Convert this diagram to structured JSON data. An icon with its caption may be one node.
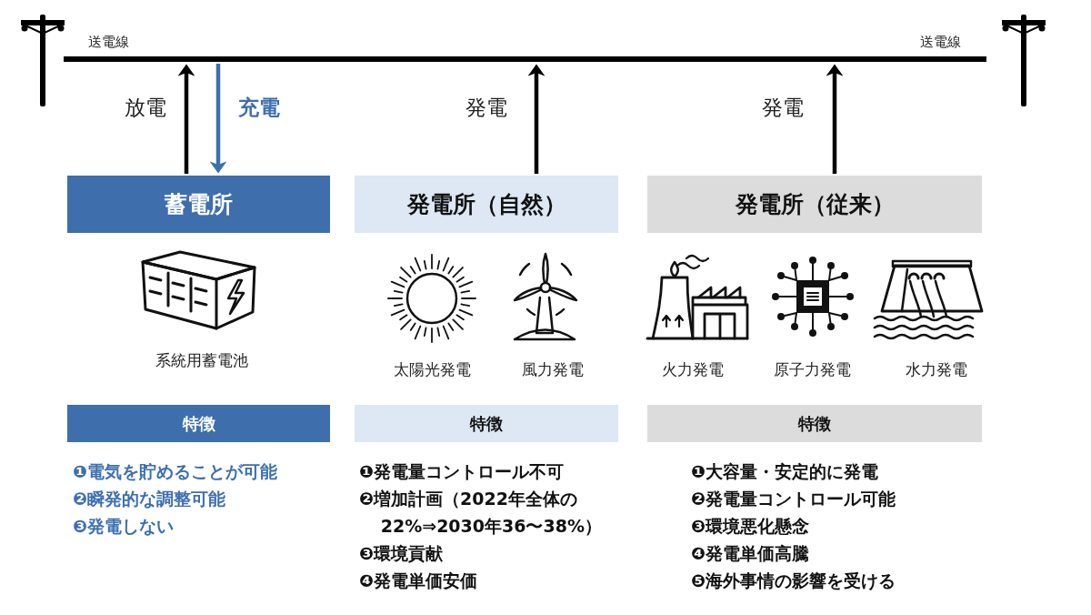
{
  "diagram": {
    "nodes": [
      {
        "text": [],
        "shape": "bar",
        "beside": [
          "送電線",
          "送電線"
        ]
      },
      {
        "text": [
          "蓄電所"
        ]
      },
      {
        "text": [
          "発電所（自然）"
        ]
      },
      {
        "text": [
          "発電所（従来）"
        ]
      },
      {
        "text": [
          "特徴"
        ]
      },
      {
        "text": [
          "特徴"
        ]
      },
      {
        "text": [
          "特徴"
        ]
      }
    ],
    "edges": [
      {
        "from": 1,
        "to": 0,
        "arrow": "to",
        "label": "放電"
      },
      {
        "from": 0,
        "to": 1,
        "arrow": "to",
        "label": "充電",
        "color": "#3d6fb0"
      },
      {
        "from": 2,
        "to": 0,
        "arrow": "to",
        "label": "発電"
      },
      {
        "from": 3,
        "to": 0,
        "arrow": "to",
        "label": "発電"
      }
    ],
    "labels": [
      "系統用蓄電池",
      "太陽光発電",
      "風力発電",
      "火力発電",
      "原子力発電",
      "水力発電",
      "❶電気を貯めることが可能",
      "❷瞬発的な調整可能",
      "❸発電しない",
      "❶発電量コントロール不可",
      "❷増加計画（2022年全体の22%⇒2030年36〜38%）",
      "❸環境貢献",
      "❹発電単価安価",
      "❶大容量・安定的に発電",
      "❷発電量コントロール可能",
      "❸環境悪化懸念",
      "❹発電単価高騰",
      "❺海外事情の影響を受ける"
    ]
  }
}
